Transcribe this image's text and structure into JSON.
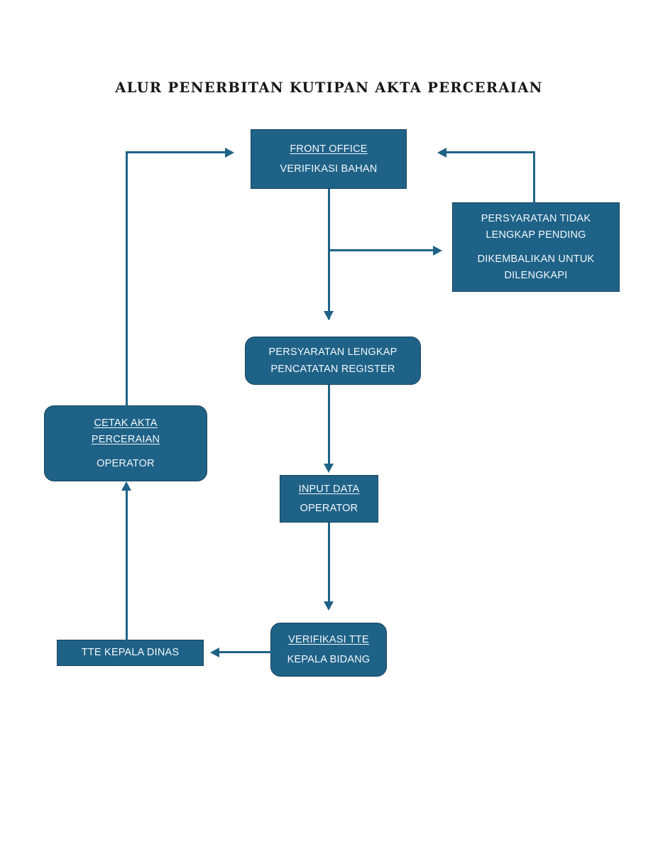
{
  "diagram": {
    "title": "ALUR PENERBITAN KUTIPAN AKTA PERCERAIAN",
    "type": "flowchart",
    "colors": {
      "node_fill": "#1f6287",
      "node_border": "#16435c",
      "node_text": "#f2f8fb",
      "connector": "#1f6287",
      "background": "#ffffff",
      "title_text": "#17161a"
    },
    "nodes": [
      {
        "id": "front-office",
        "shape": "rectangle",
        "lines": [
          "FRONT OFFICE",
          "VERIFIKASI BAHAN"
        ],
        "underlined": [
          true,
          false
        ]
      },
      {
        "id": "persyaratan-tidak-lengkap",
        "shape": "rectangle",
        "lines": [
          "PERSYARATAN TIDAK",
          "LENGKAP PENDING",
          "DIKEMBALIKAN UNTUK",
          "DILENGKAPI"
        ],
        "underlined": [
          false,
          false,
          false,
          false
        ]
      },
      {
        "id": "persyaratan-lengkap",
        "shape": "rounded-rectangle",
        "lines": [
          "PERSYARATAN LENGKAP",
          "PENCATATAN REGISTER"
        ],
        "underlined": [
          false,
          false
        ]
      },
      {
        "id": "input-data",
        "shape": "rectangle",
        "lines": [
          "INPUT DATA",
          "OPERATOR"
        ],
        "underlined": [
          true,
          false
        ]
      },
      {
        "id": "verifikasi-tte",
        "shape": "rounded-rectangle",
        "lines": [
          "VERIFIKASI TTE",
          "KEPALA BIDANG"
        ],
        "underlined": [
          true,
          false
        ]
      },
      {
        "id": "tte-kepala-dinas",
        "shape": "rectangle",
        "lines": [
          "TTE KEPALA DINAS"
        ],
        "underlined": [
          false
        ]
      },
      {
        "id": "cetak-akta",
        "shape": "rounded-rectangle",
        "lines": [
          "CETAK AKTA",
          "PERCERAIAN",
          "OPERATOR"
        ],
        "underlined": [
          true,
          true,
          false
        ]
      }
    ],
    "edges": [
      {
        "id": "front-office-to-pending",
        "from": "front-office",
        "to": "persyaratan-tidak-lengkap",
        "direction": "right"
      },
      {
        "id": "pending-to-front-office",
        "from": "persyaratan-tidak-lengkap",
        "to": "front-office",
        "direction": "left"
      },
      {
        "id": "front-office-to-lengkap",
        "from": "front-office",
        "to": "persyaratan-lengkap",
        "direction": "down"
      },
      {
        "id": "lengkap-to-input-data",
        "from": "persyaratan-lengkap",
        "to": "input-data",
        "direction": "down"
      },
      {
        "id": "input-data-to-verifikasi-tte",
        "from": "input-data",
        "to": "verifikasi-tte",
        "direction": "down"
      },
      {
        "id": "verifikasi-tte-to-tte-kepala-dinas",
        "from": "verifikasi-tte",
        "to": "tte-kepala-dinas",
        "direction": "left"
      },
      {
        "id": "tte-kepala-dinas-to-cetak-akta",
        "from": "tte-kepala-dinas",
        "to": "cetak-akta",
        "direction": "up"
      },
      {
        "id": "cetak-akta-to-front-office",
        "from": "cetak-akta",
        "to": "front-office",
        "direction": "right"
      }
    ],
    "node_text": {
      "front_office_1": "FRONT OFFICE",
      "front_office_2": "VERIFIKASI BAHAN",
      "pending_1": "PERSYARATAN TIDAK",
      "pending_2": "LENGKAP PENDING",
      "pending_3": "DIKEMBALIKAN UNTUK",
      "pending_4": "DILENGKAPI",
      "lengkap_1": "PERSYARATAN LENGKAP",
      "lengkap_2": "PENCATATAN REGISTER",
      "input_1": "INPUT DATA",
      "input_2": "OPERATOR",
      "tte_1": "VERIFIKASI TTE",
      "tte_2": "KEPALA BIDANG",
      "dinas_1": "TTE KEPALA DINAS",
      "cetak_1": "CETAK AKTA",
      "cetak_2": "PERCERAIAN",
      "cetak_3": "OPERATOR"
    }
  }
}
